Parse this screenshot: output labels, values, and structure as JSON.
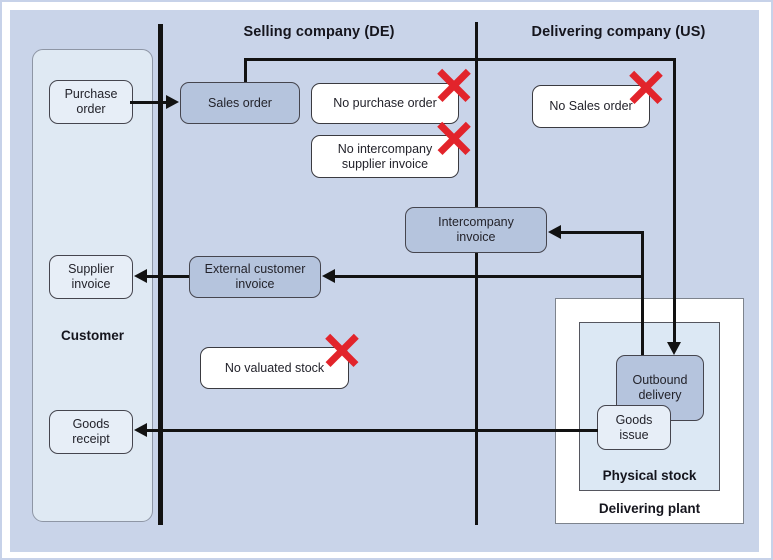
{
  "diagram": {
    "headers": {
      "selling": "Selling company (DE)",
      "delivering": "Delivering company (US)"
    },
    "customer_lane": {
      "label": "Customer",
      "purchase_order": "Purchase\norder",
      "supplier_invoice": "Supplier\ninvoice",
      "goods_receipt": "Goods\nreceipt"
    },
    "selling_lane": {
      "sales_order": "Sales order",
      "external_customer_invoice": "External customer\ninvoice",
      "no_purchase_order": "No purchase order",
      "no_intercompany_supplier_invoice": "No intercompany\nsupplier invoice",
      "no_valuated_stock": "No valuated stock"
    },
    "delivering_lane": {
      "no_sales_order": "No Sales order",
      "intercompany_invoice": "Intercompany\ninvoice",
      "delivering_plant": {
        "label": "Delivering plant",
        "physical_stock": {
          "label": "Physical stock",
          "outbound_delivery": "Outbound\ndelivery",
          "goods_issue": "Goods\nissue"
        }
      }
    },
    "colors": {
      "canvas_background": "#c9d4e9",
      "customer_panel": "#dfe9f3",
      "process_box": "#b5c4dd",
      "light_box": "#e7eef7",
      "white_box": "#ffffff",
      "physical_stock_panel": "#dce8f4",
      "flow_line": "#121212",
      "red_cross": "#e2242b"
    }
  }
}
